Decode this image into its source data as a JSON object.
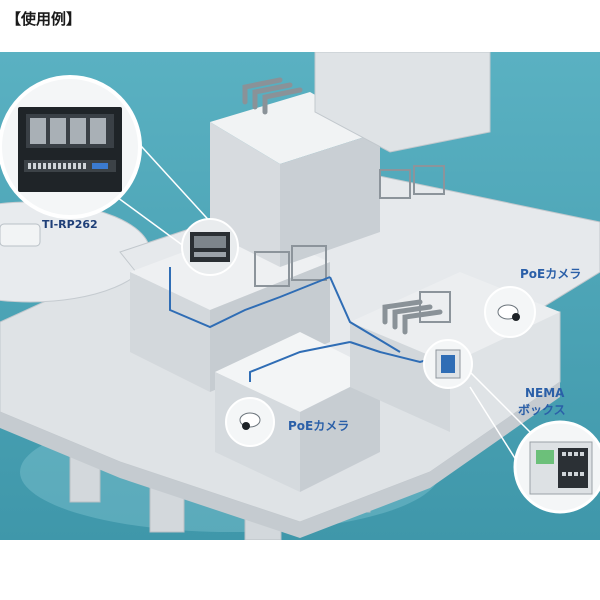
{
  "header": {
    "title": "【使用例】"
  },
  "labels": {
    "rack": "TI-RP262",
    "camera_right": "PoEカメラ",
    "camera_center": "PoEカメラ",
    "enclosure_line1": "NEMA",
    "enclosure_line2": "ボックス"
  },
  "colors": {
    "sea": "#4fa7b8",
    "platform": "#e2e6e9",
    "cable": "#2f6db5",
    "label": "#2a5fa8"
  }
}
